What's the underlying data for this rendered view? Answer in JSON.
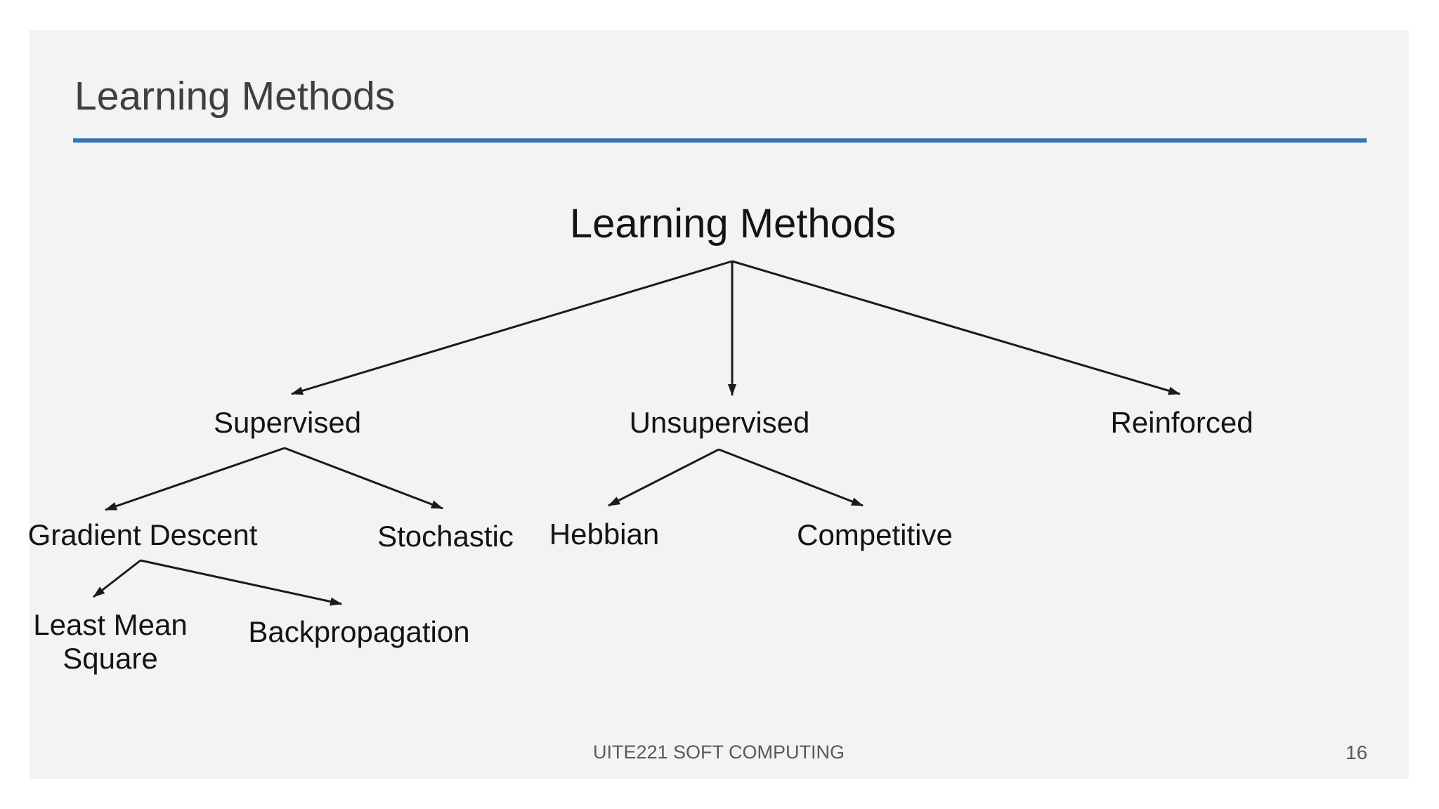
{
  "slide": {
    "title": "Learning Methods",
    "accent_color": "#3274ae",
    "background_color": "#f3f3f4",
    "footer": {
      "course": "UITE221 SOFT COMPUTING",
      "page_number": "16"
    }
  },
  "diagram": {
    "type": "tree",
    "nodes": {
      "root": "Learning Methods",
      "supervised": "Supervised",
      "unsupervised": "Unsupervised",
      "reinforced": "Reinforced",
      "gradient_descent": "Gradient Descent",
      "stochastic": "Stochastic",
      "hebbian": "Hebbian",
      "competitive": "Competitive",
      "least_mean_square": "Least Mean Square",
      "backpropagation": "Backpropagation"
    },
    "edges": [
      {
        "from": "Learning Methods",
        "to": "Supervised"
      },
      {
        "from": "Learning Methods",
        "to": "Unsupervised"
      },
      {
        "from": "Learning Methods",
        "to": "Reinforced"
      },
      {
        "from": "Supervised",
        "to": "Gradient Descent"
      },
      {
        "from": "Supervised",
        "to": "Stochastic"
      },
      {
        "from": "Unsupervised",
        "to": "Hebbian"
      },
      {
        "from": "Unsupervised",
        "to": "Competitive"
      },
      {
        "from": "Gradient Descent",
        "to": "Least Mean Square"
      },
      {
        "from": "Gradient Descent",
        "to": "Backpropagation"
      }
    ],
    "line_color": "#1b1b1b"
  }
}
